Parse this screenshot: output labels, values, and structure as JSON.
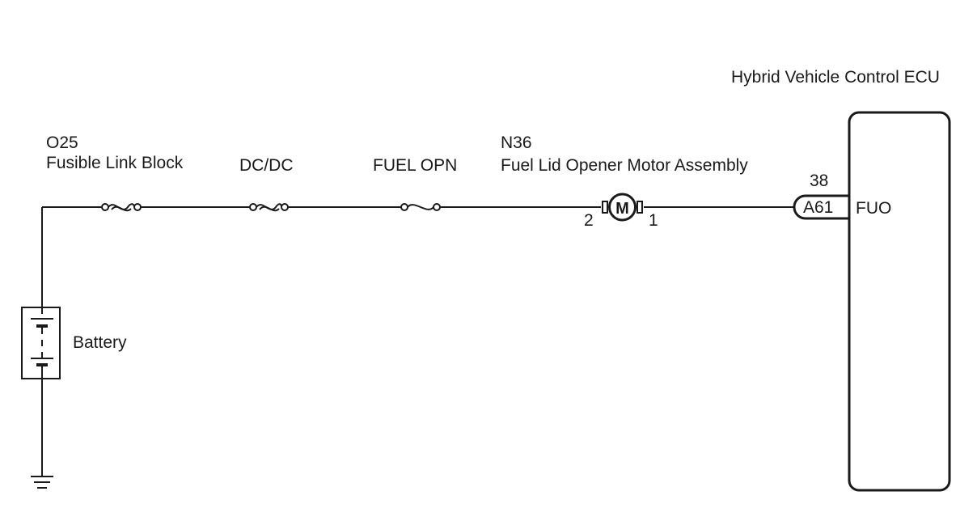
{
  "ecu": {
    "title": "Hybrid Vehicle Control ECU",
    "terminal_name": "FUO",
    "connector": "A61",
    "pin": "38"
  },
  "fusible_link": {
    "code": "O25",
    "name": "Fusible Link Block"
  },
  "fuse_dcdc": {
    "name": "DC/DC"
  },
  "fuse_fuel_opn": {
    "name": "FUEL OPN"
  },
  "motor": {
    "code": "N36",
    "name": "Fuel Lid Opener Motor Assembly",
    "symbol": "M",
    "pin_left": "2",
    "pin_right": "1"
  },
  "battery": {
    "name": "Battery"
  },
  "colors": {
    "line": "#1a1a1a",
    "background": "#ffffff"
  }
}
